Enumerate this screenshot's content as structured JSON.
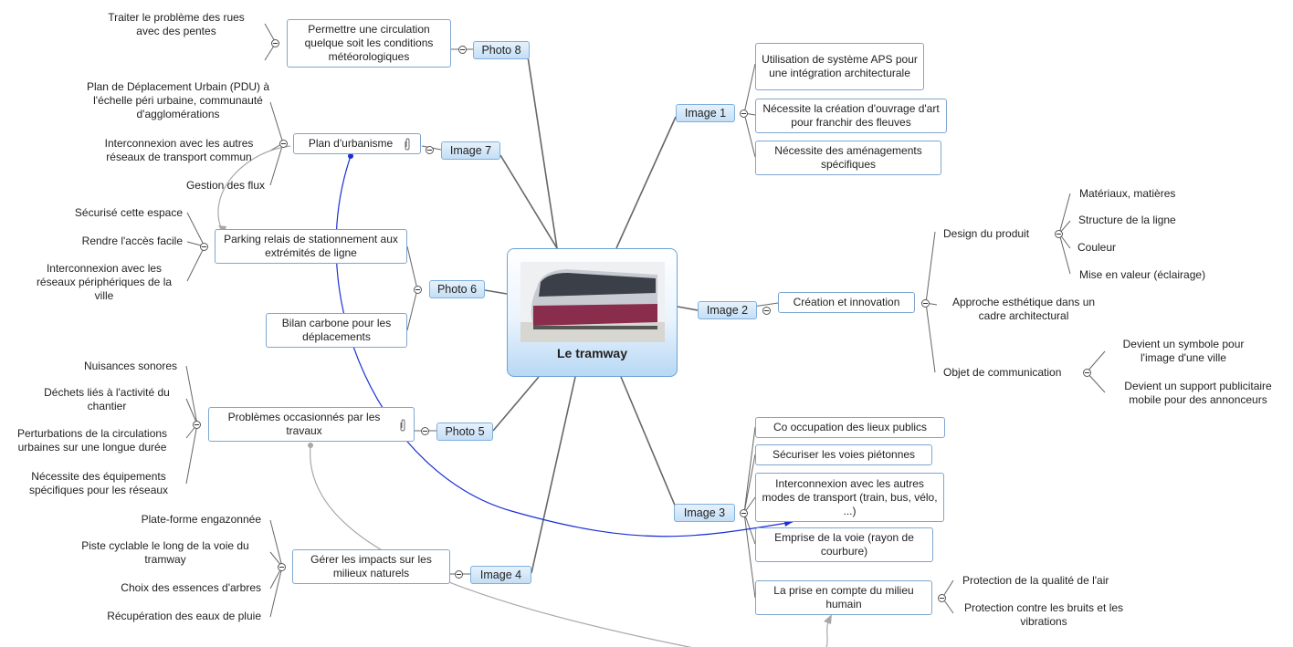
{
  "central": {
    "title": "Le tramway",
    "image_icon": "tram-photo"
  },
  "branches": {
    "image1": {
      "label": "Image 1",
      "items": [
        "Utilisation de système APS pour une intégration architecturale",
        "Nécessite la création d'ouvrage d'art pour franchir des fleuves",
        "Nécessite des aménagements spécifiques"
      ]
    },
    "image2": {
      "label": "Image 2",
      "child": "Création et innovation",
      "design": {
        "label": "Design du produit",
        "items": [
          "Matériaux, matières",
          "Structure de la ligne",
          "Couleur",
          "Mise en valeur (éclairage)"
        ]
      },
      "esthetique": "Approche esthétique dans un cadre architectural",
      "communication": {
        "label": "Objet de communication",
        "items": [
          "Devient un symbole pour l'image d'une ville",
          "Devient un support publicitaire mobile pour des annonceurs"
        ]
      }
    },
    "image3": {
      "label": "Image 3",
      "items": [
        "Co occupation des lieux publics",
        "Sécuriser les voies piétonnes",
        "Interconnexion avec les autres modes de transport (train, bus, vélo, ...)",
        "Emprise de la voie (rayon de courbure)",
        "La prise en compte du milieu humain"
      ],
      "humain_items": [
        "Protection de la qualité de l'air",
        "Protection contre les bruits et les vibrations"
      ]
    },
    "image4": {
      "label": "Image 4",
      "child": "Gérer les impacts sur les milieux naturels",
      "items": [
        "Plate-forme engazonnée",
        "Piste cyclable le long de la voie du tramway",
        "Choix des essences d'arbres",
        "Récupération des eaux de pluie"
      ]
    },
    "photo5": {
      "label": "Photo 5",
      "child": "Problèmes occasionnés par les travaux",
      "items": [
        "Nuisances sonores",
        "Déchets liés à l'activité du chantier",
        "Perturbations de la circulations urbaines sur une longue durée",
        "Nécessite des équipements spécifiques pour les réseaux"
      ]
    },
    "photo6": {
      "label": "Photo 6",
      "parking": "Parking relais de stationnement aux extrémités de ligne",
      "bilan": "Bilan carbone pour les déplacements",
      "parking_items": [
        "Sécurisé cette espace",
        "Rendre l'accès facile",
        "Interconnexion avec les réseaux périphériques de la ville"
      ]
    },
    "image7": {
      "label": "Image 7",
      "child": "Plan d'urbanisme",
      "items": [
        "Plan de Déplacement Urbain (PDU) à l'échelle péri urbaine, communauté d'agglomérations",
        "Interconnexion avec les autres réseaux de transport commun",
        "Gestion des flux"
      ]
    },
    "photo8": {
      "label": "Photo 8",
      "child": "Permettre une circulation quelque soit les conditions météorologiques",
      "items": [
        "Traiter le problème des rues avec des pentes"
      ]
    }
  },
  "colors": {
    "relation_blue": "#1a2fd6",
    "relation_gray": "#a8a8a8",
    "connector": "#666666",
    "tag_border": "#7fb0dd"
  }
}
